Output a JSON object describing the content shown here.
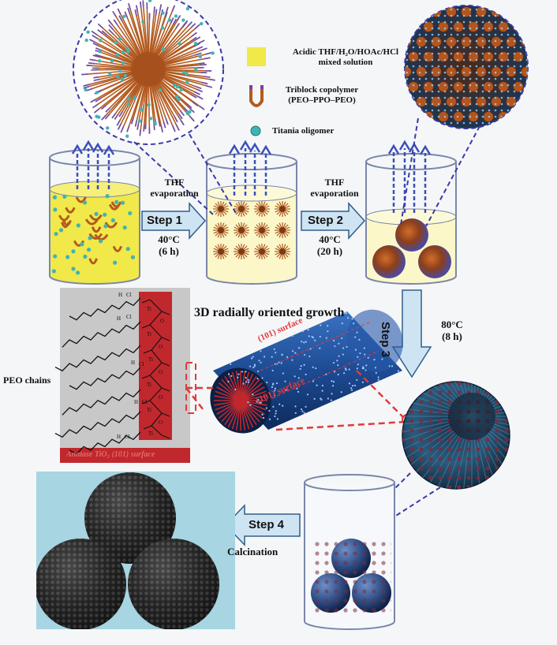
{
  "legend": {
    "solution_label_line1": "Acidic THF/H₂O/HOAc/HCl",
    "solution_label_line2": "mixed solution",
    "copolymer_label_line1": "Triblock copolymer",
    "copolymer_label_line2": "(PEO–PPO–PEO)",
    "oligomer_label": "Titania oligomer"
  },
  "steps": {
    "step1": {
      "label": "Step 1",
      "process_line1": "THF",
      "process_line2": "evaporation",
      "temperature": "40°C",
      "time": "(6 h)"
    },
    "step2": {
      "label": "Step 2",
      "process_line1": "THF",
      "process_line2": "evaporation",
      "temperature": "40°C",
      "time": "(20 h)"
    },
    "step3": {
      "label": "Step 3",
      "temperature": "80°C",
      "time": "(8 h)"
    },
    "step4": {
      "label": "Step 4",
      "process": "Calcination"
    }
  },
  "growth": {
    "title": "3D radially oriented growth",
    "surface_label_1": "(101) surface",
    "surface_label_2": "(101) surface"
  },
  "molecular": {
    "peo_label": "PEO chains",
    "surface_caption": "Anatase TiO₂ (101) surface",
    "atoms": [
      "Ti",
      "O",
      "Cl",
      "H"
    ]
  },
  "colors": {
    "solution": "#f1e84a",
    "solution_light": "#fbf7c9",
    "arrow_fill": "#cfe4f3",
    "arrow_stroke": "#2e5f8a",
    "vapor": "#3c4fb8",
    "polymer": "#b35a1f",
    "oligomer": "#3fb4b4",
    "sphere": "#2f4e86",
    "red_surface": "#c0282d",
    "panel_bg": "#a7d5e2"
  }
}
